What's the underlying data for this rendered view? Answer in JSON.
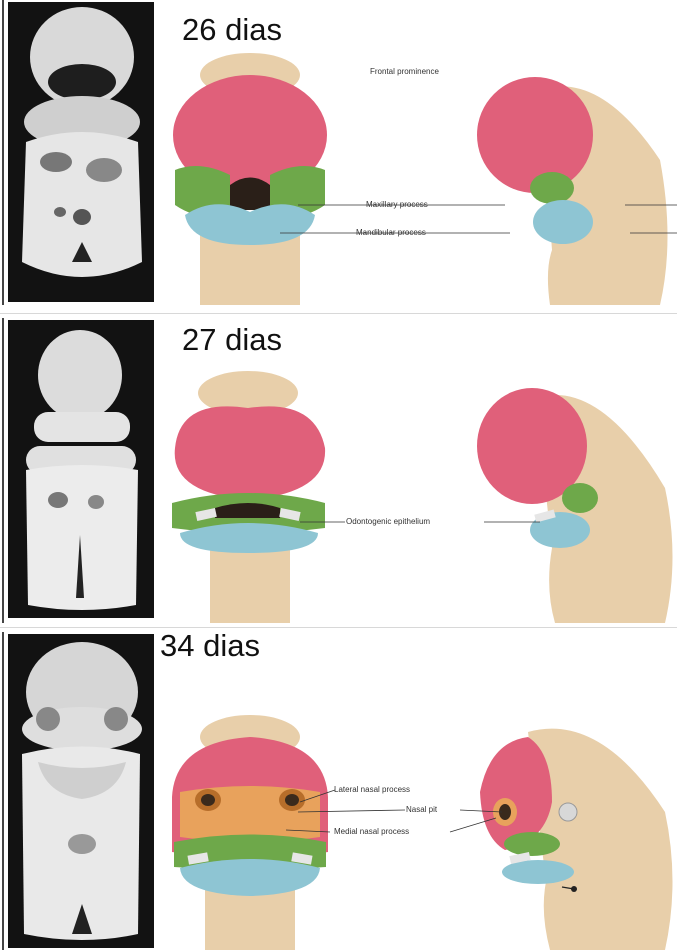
{
  "panels": [
    {
      "day": "26 dias",
      "labels": {
        "frontal": "Frontal prominence",
        "maxillary": "Maxillary process",
        "mandibular": "Mandibular process"
      }
    },
    {
      "day": "27 dias",
      "labels": {
        "odontogenic": "Odontogenic epithelium"
      }
    },
    {
      "day": "34 dias",
      "labels": {
        "lateral_nasal": "Lateral nasal process",
        "nasal_pit": "Nasal pit",
        "medial_nasal": "Medial nasal process"
      }
    }
  ],
  "colors": {
    "frontal": "#e0607a",
    "maxillary": "#6ea84a",
    "mandibular": "#8ec5d3",
    "skin": "#e8cfaa",
    "nasal": "#e0a060"
  }
}
